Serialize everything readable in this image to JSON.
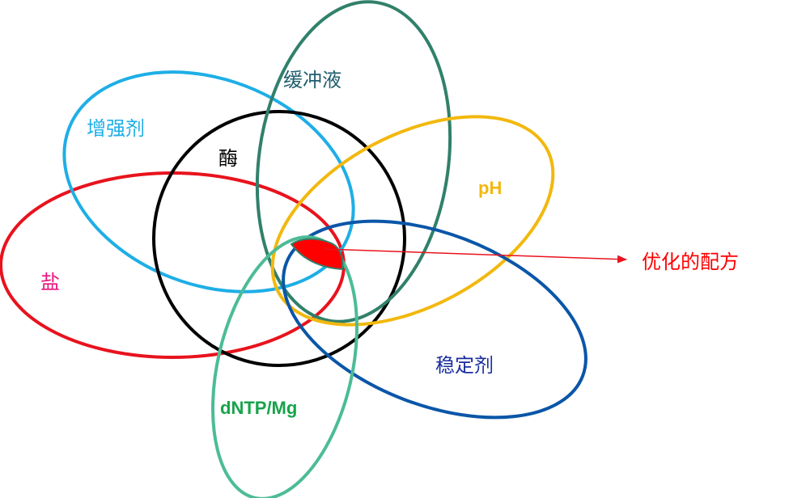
{
  "diagram": {
    "sets": [
      {
        "id": "enzyme",
        "label": "酶",
        "color": "#000000"
      },
      {
        "id": "buffer",
        "label": "缓冲液",
        "color": "#31806a"
      },
      {
        "id": "enhancer",
        "label": "增强剂",
        "color": "#1eaee6"
      },
      {
        "id": "salt",
        "label": "盐",
        "color": "#e8131d"
      },
      {
        "id": "ph",
        "label": "pH",
        "color": "#f2b80e"
      },
      {
        "id": "stabilizer",
        "label": "稳定剂",
        "color": "#0a56a8"
      },
      {
        "id": "dntp",
        "label": "dNTP/Mg",
        "color": "#4cbc96"
      }
    ],
    "label_colors": {
      "enzyme": "#000000",
      "buffer": "#1f5e6e",
      "enhancer": "#1eaee6",
      "salt": "#e8137a",
      "ph": "#f2b80e",
      "stabilizer": "#1a2e9e",
      "dntp": "#17a34a"
    },
    "intersection": {
      "fill_color": "#ff0000",
      "arrow_color": "#e8131d",
      "label": "优化的配方",
      "label_color": "#ff0000"
    }
  }
}
